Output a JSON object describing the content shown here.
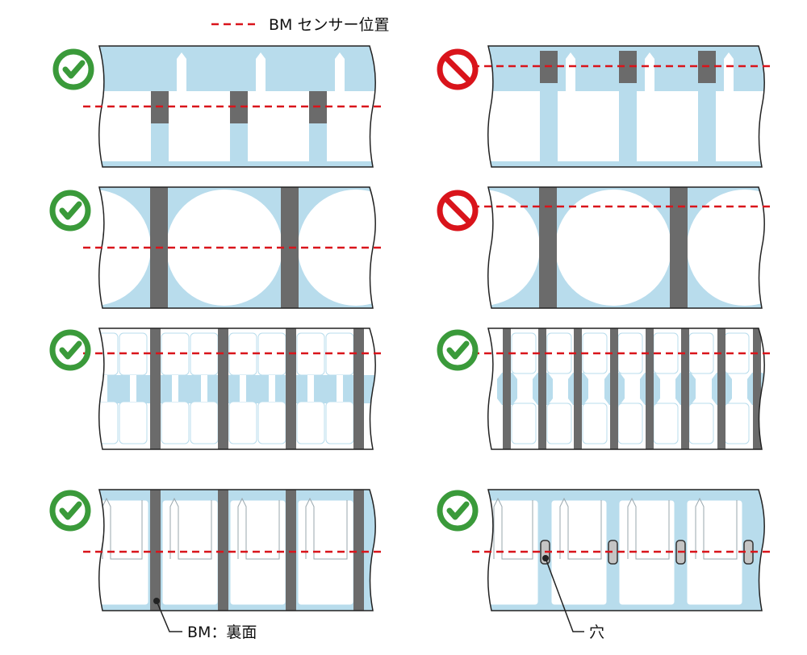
{
  "legend": {
    "label": "BM センサー位置"
  },
  "callouts": {
    "bm_back": "BM：裏面",
    "hole": "穴"
  },
  "status_icons": {
    "ok": {
      "icon": "check-icon",
      "color": "#3a9a3a"
    },
    "ng": {
      "icon": "prohibited-icon",
      "color": "#d9141b"
    }
  },
  "colors": {
    "label_stock": "#b8dcec",
    "black_mark": "#6b6b6b",
    "sensor_line": "#d9141b",
    "outline": "#222222"
  },
  "examples": [
    {
      "id": "row1-left",
      "status": "ok"
    },
    {
      "id": "row1-right",
      "status": "ng"
    },
    {
      "id": "row2-left",
      "status": "ok"
    },
    {
      "id": "row2-right",
      "status": "ng"
    },
    {
      "id": "row3-left",
      "status": "ok"
    },
    {
      "id": "row3-right",
      "status": "ok"
    },
    {
      "id": "row4-left",
      "status": "ok"
    },
    {
      "id": "row4-right",
      "status": "ok"
    }
  ]
}
